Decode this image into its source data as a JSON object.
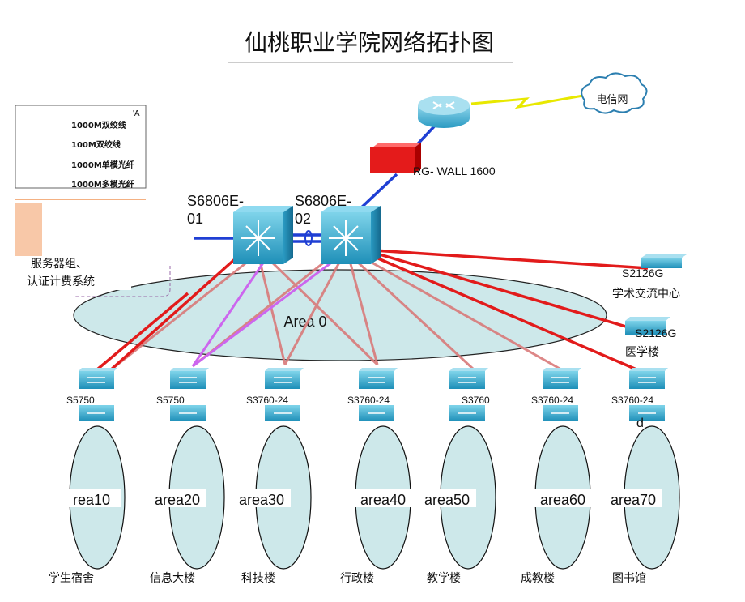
{
  "title": "仙桃职业学院网络拓扑图",
  "legend": {
    "corner_mark": "'A",
    "items": [
      "1000M双绞线",
      "100M双绞线",
      "1000M单模光纤",
      "1000M多模光纤"
    ]
  },
  "internet": {
    "cloud_label": "电信网"
  },
  "firewall": {
    "label": "RG- WALL 1600"
  },
  "core": {
    "left": {
      "label_line1": "S6806E-",
      "label_line2": "01"
    },
    "right": {
      "label_line1": "S6806E-",
      "label_line2": "02"
    }
  },
  "server_group": {
    "line1": "服务器组、",
    "line2": "认证计费系统"
  },
  "backbone_area": "Area 0",
  "side_switches": [
    {
      "model": "S2126G",
      "building": "学术交流中心"
    },
    {
      "model": "S2126G",
      "building": "医学楼"
    }
  ],
  "access": [
    {
      "model": "S5750",
      "area": "rea10",
      "building": "学生宿舍"
    },
    {
      "model": "S5750",
      "area": "area20",
      "building": "信息大楼"
    },
    {
      "model": "S3760-24",
      "area": "area30",
      "building": "科技楼"
    },
    {
      "model": "S3760-24",
      "area": "area40",
      "building": "行政楼"
    },
    {
      "model": "S3760",
      "area": "area50",
      "building": "教学楼"
    },
    {
      "model": "S3760-24",
      "area": "area60",
      "building": "成教楼"
    },
    {
      "model": "S3760-24",
      "area": "area70",
      "building": "图书馆",
      "suffix": "d"
    }
  ],
  "colors": {
    "red_link": "#e21b1b",
    "pink_link": "#d97a7a",
    "violet_link": "#cc66ee",
    "blue_link": "#1f3fd4",
    "ellipse_fill": "#cde8ea",
    "switch_top": "#5bc0dc",
    "switch_side": "#2a8fb5",
    "firewall_red": "#e41b1b"
  }
}
